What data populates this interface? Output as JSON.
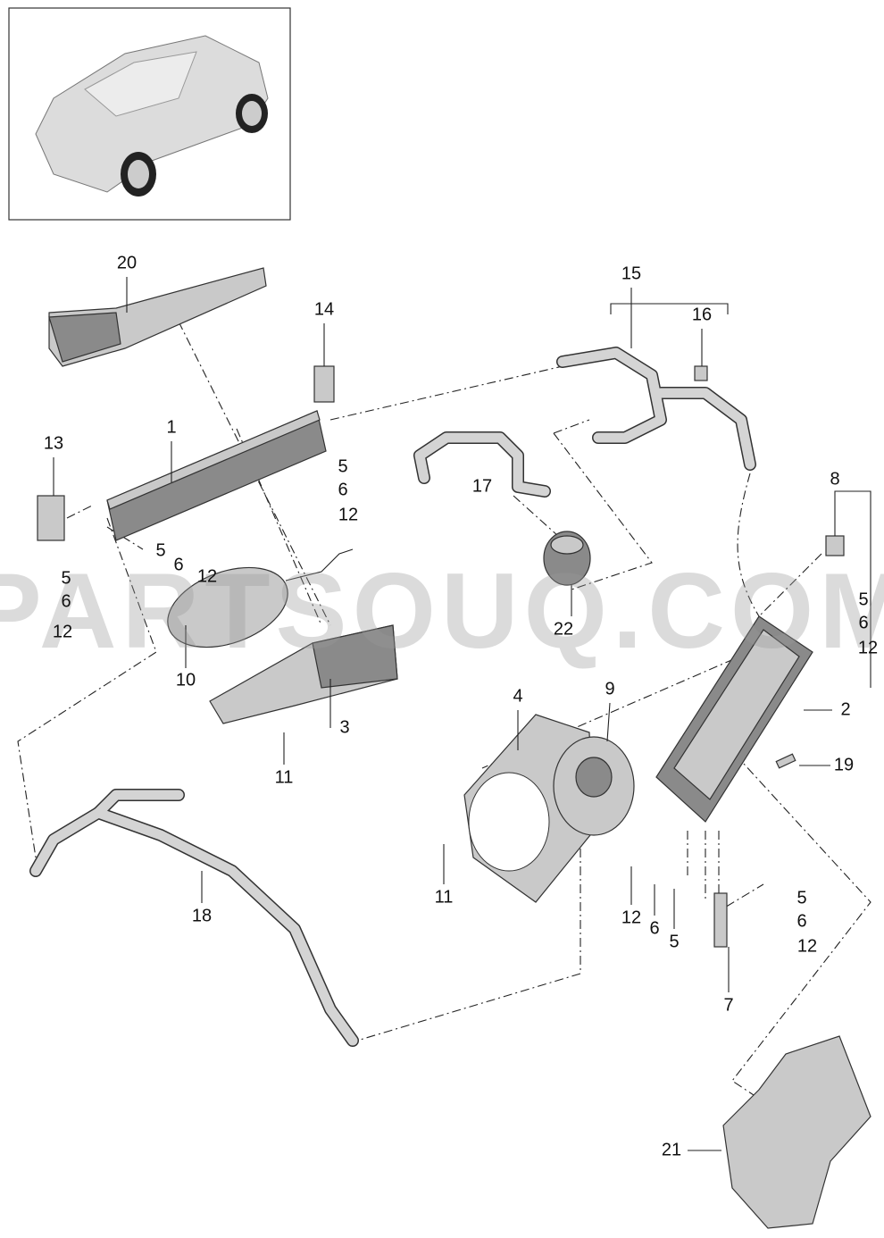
{
  "watermark": "PARTSOUQ.COM",
  "callouts": [
    "20",
    "14",
    "15",
    "16",
    "1",
    "13",
    "5",
    "6",
    "12",
    "17",
    "8",
    "5",
    "6",
    "12",
    "5",
    "6",
    "12",
    "22",
    "5",
    "6",
    "12",
    "10",
    "9",
    "4",
    "2",
    "3",
    "19",
    "11",
    "11",
    "18",
    "5",
    "6",
    "12",
    "12",
    "6",
    "5",
    "7",
    "21"
  ]
}
